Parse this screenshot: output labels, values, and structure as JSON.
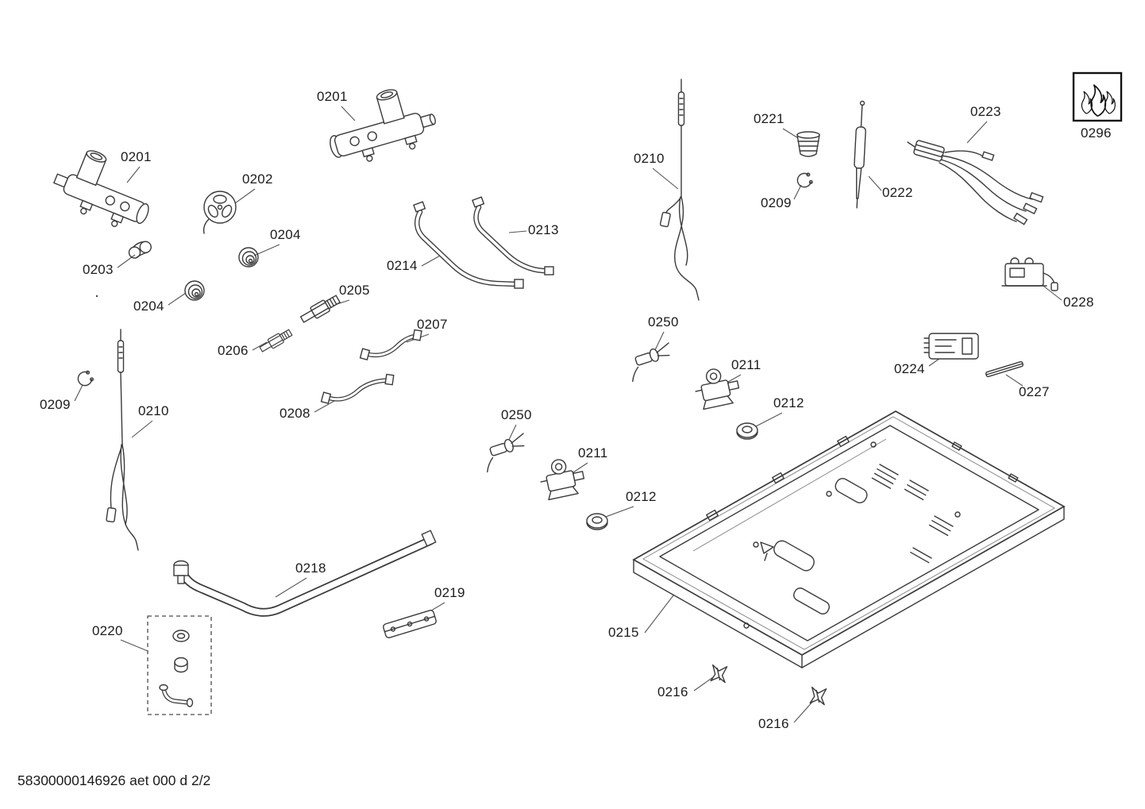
{
  "document": {
    "footer_code": "58300000146926 aet 000 d 2/2"
  },
  "legend": {
    "flame_icon": "flame-icon",
    "flame_box_code": "0296"
  },
  "colors": {
    "line": "#3a3a3a",
    "text": "#1c1c1c",
    "background": "#ffffff"
  },
  "labels": [
    {
      "part": "gas-tap-manifold-top",
      "text": "0201"
    },
    {
      "part": "gas-tap-manifold-left",
      "text": "0201"
    },
    {
      "part": "burner-head",
      "text": "0202"
    },
    {
      "part": "spring-upper",
      "text": "0204"
    },
    {
      "part": "retaining-clip",
      "text": "0203"
    },
    {
      "part": "spring-lower",
      "text": "0204"
    },
    {
      "part": "nozzle-large",
      "text": "0205"
    },
    {
      "part": "nozzle-small",
      "text": "0206"
    },
    {
      "part": "connection-pipe-upper",
      "text": "0207"
    },
    {
      "part": "connection-pipe-lower",
      "text": "0208"
    },
    {
      "part": "gas-pipe-left",
      "text": "0214"
    },
    {
      "part": "gas-pipe-right",
      "text": "0213"
    },
    {
      "part": "thermocouple-right",
      "text": "0210"
    },
    {
      "part": "cap",
      "text": "0221"
    },
    {
      "part": "circlip-right",
      "text": "0209"
    },
    {
      "part": "ignition-candle",
      "text": "0222"
    },
    {
      "part": "cable-harness",
      "text": "0223"
    },
    {
      "part": "flame-symbol",
      "text": "0296"
    },
    {
      "part": "ignition-transformer",
      "text": "0228"
    },
    {
      "part": "control-module",
      "text": "0224"
    },
    {
      "part": "strip",
      "text": "0227"
    },
    {
      "part": "electrode-right",
      "text": "0250"
    },
    {
      "part": "valve-right",
      "text": "0211"
    },
    {
      "part": "grommet-right",
      "text": "0212"
    },
    {
      "part": "electrode-left",
      "text": "0250"
    },
    {
      "part": "valve-left",
      "text": "0211"
    },
    {
      "part": "grommet-left",
      "text": "0212"
    },
    {
      "part": "circlip-left",
      "text": "0209"
    },
    {
      "part": "thermocouple-left",
      "text": "0210"
    },
    {
      "part": "supply-pipe",
      "text": "0218"
    },
    {
      "part": "bracket",
      "text": "0219"
    },
    {
      "part": "fitting-kit",
      "text": "0220"
    },
    {
      "part": "base-tray",
      "text": "0215"
    },
    {
      "part": "fixing-clip-left",
      "text": "0216"
    },
    {
      "part": "fixing-clip-right",
      "text": "0216"
    }
  ]
}
